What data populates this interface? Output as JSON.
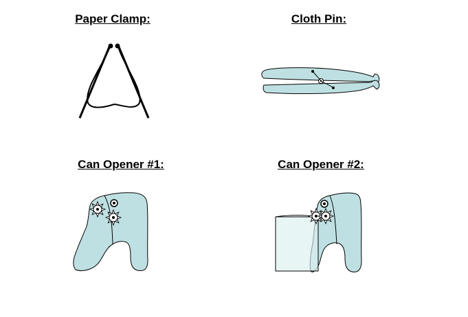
{
  "labels": {
    "paper_clamp": "Paper Clamp:",
    "cloth_pin": "Cloth Pin:",
    "can_opener_1": "Can Opener #1:",
    "can_opener_2": "Can Opener #2:"
  },
  "colors": {
    "fill": "#bfe0e2",
    "can_fill": "#dcefef",
    "stroke": "#000000",
    "text": "#000000"
  }
}
